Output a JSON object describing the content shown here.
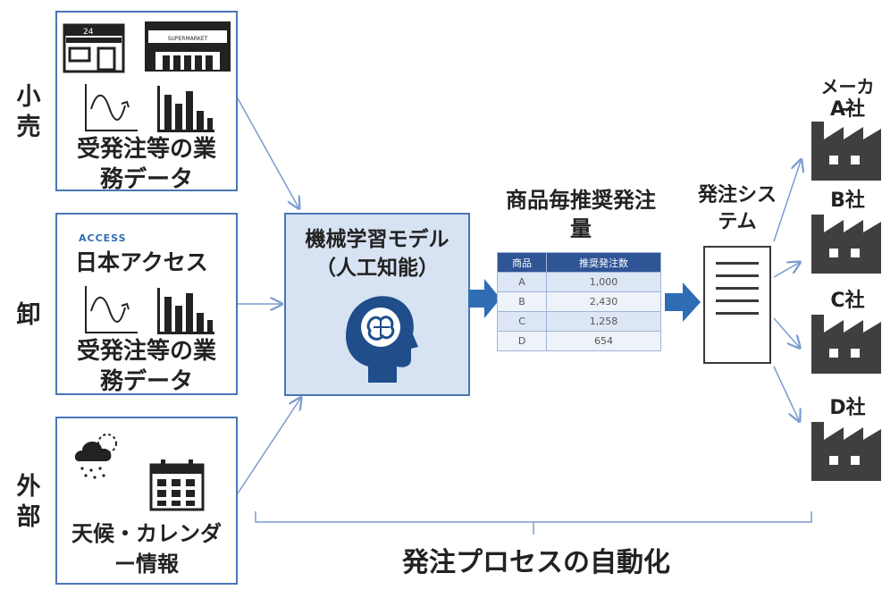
{
  "labels": {
    "retail": "小売",
    "wholesale": "卸",
    "external": "外部"
  },
  "retail_box": {
    "store_sign": "24",
    "supermarket_sign": "SUPERMARKET",
    "text": "受発注等の業務データ"
  },
  "wholesale_box": {
    "logo_small": "ACCESS",
    "company": "日本アクセス",
    "text": "受発注等の業務データ"
  },
  "external_box": {
    "text": "天候・カレンダー情報"
  },
  "model": {
    "title": "機械学習モデル（人工知能）"
  },
  "forecast": {
    "title": "商品毎推奨発注量",
    "table": {
      "headers": [
        "商品",
        "推奨発注数"
      ],
      "rows": [
        [
          "A",
          "1,000"
        ],
        [
          "B",
          "2,430"
        ],
        [
          "C",
          "1,258"
        ],
        [
          "D",
          "654"
        ]
      ]
    }
  },
  "system": {
    "title": "発注システム"
  },
  "makers": {
    "header": "メーカー",
    "items": [
      "A社",
      "B社",
      "C社",
      "D社"
    ]
  },
  "footer": {
    "caption": "発注プロセスの自動化"
  },
  "colors": {
    "border_blue": "#4a76b8",
    "model_fill": "#d7e2f2",
    "arrow_blue": "#2e6db4",
    "table_header": "#2f5597",
    "factory": "#3f3f3f"
  }
}
